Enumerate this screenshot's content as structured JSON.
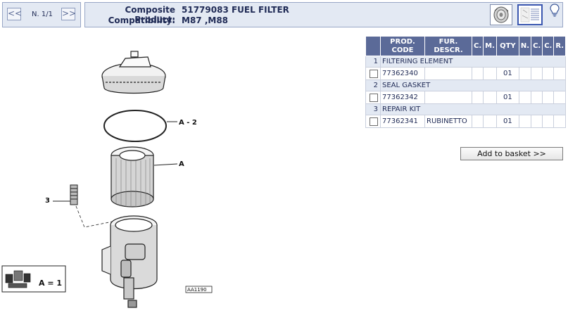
{
  "pager": {
    "prev_label": "<<",
    "next_label": ">>",
    "page_text": "N. 1/1"
  },
  "header": {
    "product_label": "Composite Product:",
    "product_value": "51779083 FUEL FILTER",
    "compat_label": "Compatibility:",
    "compat_value": "M87 ,M88"
  },
  "drawing": {
    "callouts": {
      "a2": "A - 2",
      "a": "A",
      "three": "3"
    },
    "kit_label": "A = 1",
    "ref_code": "AA1190"
  },
  "table": {
    "headers": [
      "",
      "PROD. CODE",
      "FUR. DESCR.",
      "C.",
      "M.",
      "QTY",
      "N.",
      "C.",
      "C.",
      "R."
    ],
    "groups": [
      {
        "num": "1",
        "name": "FILTERING ELEMENT",
        "code": "77362340",
        "descr": "",
        "qty": "01"
      },
      {
        "num": "2",
        "name": "SEAL GASKET",
        "code": "77362342",
        "descr": "",
        "qty": "01"
      },
      {
        "num": "3",
        "name": "REPAIR KIT",
        "code": "77362341",
        "descr": "RUBINETTO",
        "qty": "01"
      }
    ]
  },
  "actions": {
    "basket_label": "Add to basket >>"
  },
  "icons": {
    "bulb": "lightbulb-icon",
    "thumb1": "part-photo-icon",
    "thumb2": "exploded-view-icon"
  }
}
